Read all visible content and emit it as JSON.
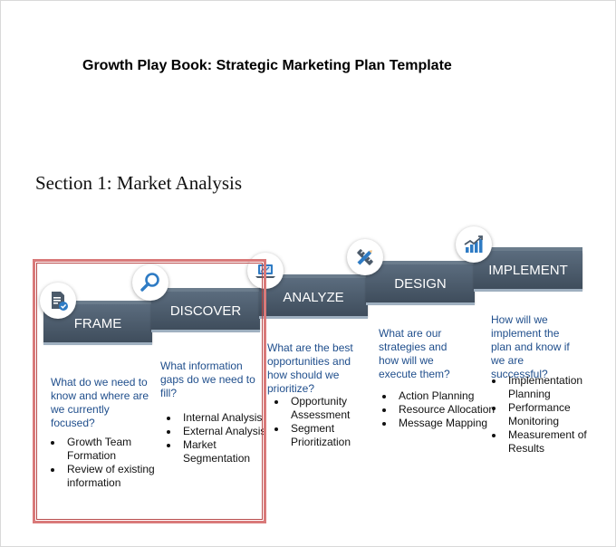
{
  "document": {
    "title": "Growth Play Book: Strategic Marketing Plan Template",
    "section_heading": "Section 1: Market Analysis"
  },
  "steps": [
    {
      "label": "FRAME",
      "icon": "document-check-icon",
      "question": "What do we need to know and where are we currently focused?",
      "items": [
        "Growth Team Formation",
        "Review of existing information"
      ]
    },
    {
      "label": "DISCOVER",
      "icon": "magnifier-icon",
      "question": "What information gaps do we need to fill?",
      "items": [
        "Internal Analysis",
        "External Analysis",
        "Market Segmentation"
      ]
    },
    {
      "label": "ANALYZE",
      "icon": "laptop-chart-icon",
      "question": "What are the best opportunities and how should we prioritize?",
      "items": [
        "Opportunity Assessment",
        "Segment Prioritization"
      ]
    },
    {
      "label": "DESIGN",
      "icon": "pencil-ruler-icon",
      "question": "What are our strategies and how will we execute them?",
      "items": [
        "Action Planning",
        "Resource Allocation",
        "Message Mapping"
      ]
    },
    {
      "label": "IMPLEMENT",
      "icon": "bar-chart-growth-icon",
      "question": "How will we implement the plan and know if we are successful?",
      "items": [
        "Implementation Planning",
        "Performance Monitoring",
        "Measurement of Results"
      ]
    }
  ],
  "colors": {
    "tab": "#4b5a6a",
    "question_text": "#1f4e8c",
    "highlight_border": "#d97a7a",
    "icon_blue": "#2e7bc4"
  }
}
